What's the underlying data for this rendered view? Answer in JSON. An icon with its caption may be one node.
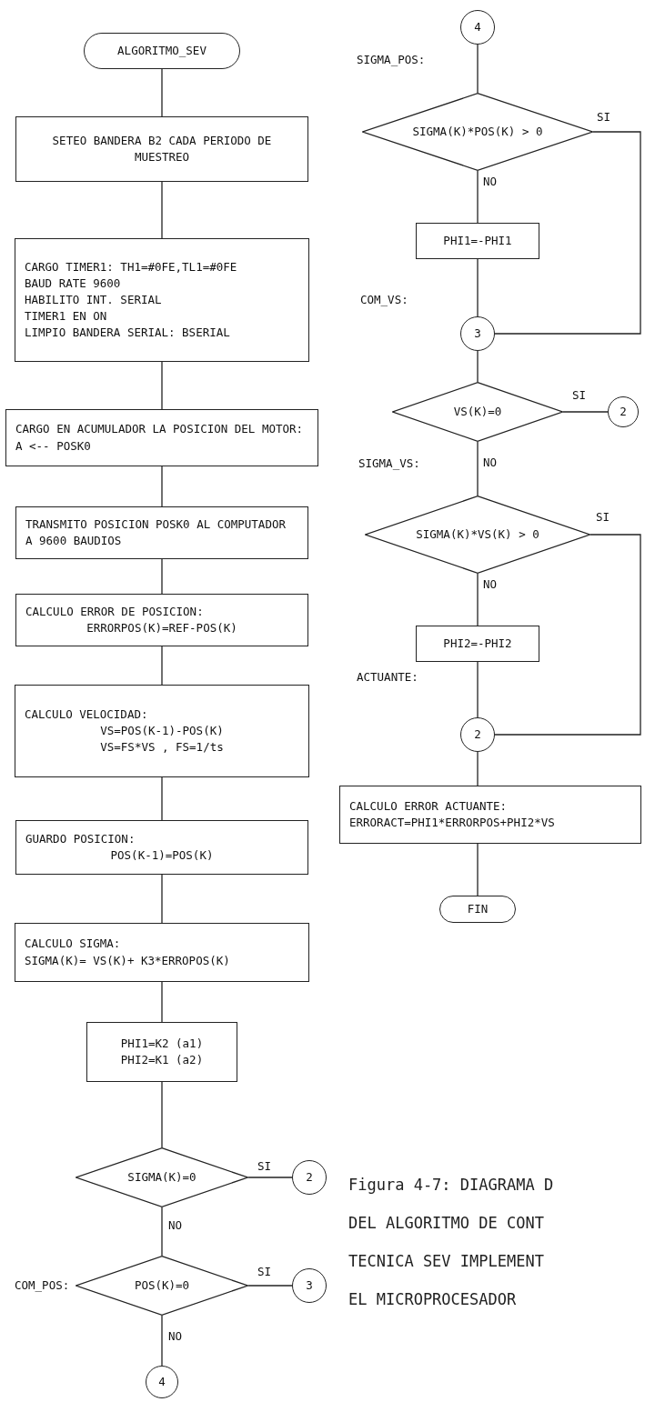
{
  "diagram": {
    "caption": "Figura 4-7: DIAGRAMA D DEL ALGORITMO DE CONT TECNICA SEV IMPLEMENT EL MICROPROCESADOR",
    "nodes": [
      {
        "text": [
          "ALGORITMO_SEV"
        ]
      },
      {
        "text": [
          "SETEO BANDERA B2 CADA PERIODO DE MUESTREO"
        ]
      },
      {
        "text": [
          "CARGO TIMER1: TH1=#0FE,TL1=#0FE",
          "BAUD RATE 9600",
          "HABILITO INT. SERIAL",
          "TIMER1 EN ON",
          "LIMPIO BANDERA SERIAL: BSERIAL"
        ]
      },
      {
        "text": [
          "CARGO EN ACUMULADOR LA POSICION DEL MOTOR: A <-- POSK0"
        ]
      },
      {
        "text": [
          "TRANSMITO POSICION POSK0 AL COMPUTADOR A 9600 BAUDIOS"
        ]
      },
      {
        "text": [
          "CALCULO ERROR DE POSICION:",
          "ERRORPOS(K)=REF-POS(K)"
        ]
      },
      {
        "text": [
          "CALCULO VELOCIDAD:",
          "VS=POS(K-1)-POS(K)",
          "VS=FS*VS , FS=1/ts"
        ]
      },
      {
        "text": [
          "GUARDO POSICION:",
          "POS(K-1)=POS(K)"
        ]
      },
      {
        "text": [
          "CALCULO SIGMA:",
          "SIGMA(K)= VS(K)+ K3*ERROPOS(K)"
        ]
      },
      {
        "text": [
          "PHI1=K2 (a1)",
          "PHI2=K1 (a2)"
        ]
      },
      {
        "text": [
          "SIGMA(K)=0"
        ]
      },
      {
        "text": [
          "2"
        ]
      },
      {
        "text": [
          "POS(K)=0"
        ]
      },
      {
        "text": [
          "3"
        ]
      },
      {
        "text": [
          "4"
        ]
      },
      {
        "text": [
          "4"
        ]
      },
      {
        "text": [
          "SIGMA(K)*POS(K) > 0"
        ]
      },
      {
        "text": [
          "PHI1=-PHI1"
        ]
      },
      {
        "text": [
          "3"
        ]
      },
      {
        "text": [
          "VS(K)=0"
        ]
      },
      {
        "text": [
          "2"
        ]
      },
      {
        "text": [
          "SIGMA(K)*VS(K) > 0"
        ]
      },
      {
        "text": [
          "PHI2=-PHI2"
        ]
      },
      {
        "text": [
          "2"
        ]
      },
      {
        "text": [
          "CALCULO ERROR ACTUANTE:",
          "ERRORACT=PHI1*ERRORPOS+PHI2*VS"
        ]
      },
      {
        "text": [
          "FIN"
        ]
      }
    ],
    "edges": [
      {
        "from": 0,
        "to": 1,
        "arrow": "none"
      },
      {
        "from": 1,
        "to": 2,
        "arrow": "none"
      },
      {
        "from": 2,
        "to": 3,
        "arrow": "none"
      },
      {
        "from": 3,
        "to": 4,
        "arrow": "none"
      },
      {
        "from": 4,
        "to": 5,
        "arrow": "none"
      },
      {
        "from": 5,
        "to": 6,
        "arrow": "none"
      },
      {
        "from": 6,
        "to": 7,
        "arrow": "none"
      },
      {
        "from": 7,
        "to": 8,
        "arrow": "none"
      },
      {
        "from": 8,
        "to": 9,
        "arrow": "none"
      },
      {
        "from": 9,
        "to": 10,
        "arrow": "none"
      },
      {
        "from": 10,
        "to": 11,
        "arrow": "none",
        "label": "SI"
      },
      {
        "from": 10,
        "to": 12,
        "arrow": "none",
        "label": "NO"
      },
      {
        "from": 12,
        "to": 13,
        "arrow": "none",
        "label": "SI"
      },
      {
        "from": 12,
        "to": 14,
        "arrow": "none",
        "label": "NO"
      },
      {
        "from": 15,
        "to": 16,
        "arrow": "none"
      },
      {
        "from": 16,
        "to": 17,
        "arrow": "none",
        "label": "NO"
      },
      {
        "from": 16,
        "to": 18,
        "arrow": "none",
        "label": "SI"
      },
      {
        "from": 17,
        "to": 18,
        "arrow": "none"
      },
      {
        "from": 18,
        "to": 19,
        "arrow": "none"
      },
      {
        "from": 19,
        "to": 20,
        "arrow": "none",
        "label": "SI"
      },
      {
        "from": 19,
        "to": 21,
        "arrow": "none",
        "label": "NO"
      },
      {
        "from": 21,
        "to": 22,
        "arrow": "none",
        "label": "NO"
      },
      {
        "from": 21,
        "to": 23,
        "arrow": "none",
        "label": "SI"
      },
      {
        "from": 22,
        "to": 23,
        "arrow": "none"
      },
      {
        "from": 23,
        "to": 24,
        "arrow": "none"
      },
      {
        "from": 24,
        "to": 25,
        "arrow": "none"
      }
    ],
    "labels": [
      "COM_POS:",
      "SIGMA_POS:",
      "COM_VS:",
      "SIGMA_VS:",
      "ACTUANTE:"
    ]
  }
}
